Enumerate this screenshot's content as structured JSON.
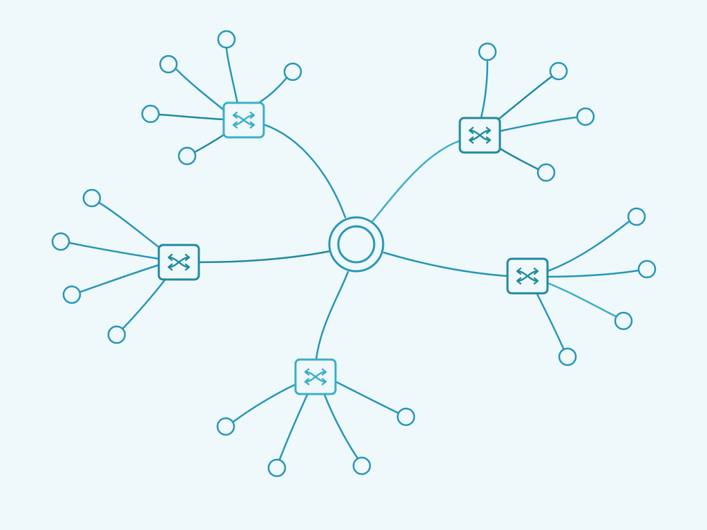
{
  "diagram": {
    "type": "network-topology",
    "background": "#eff8fa",
    "colors": {
      "dark": "#1e8aa0",
      "mid": "#2596b8",
      "light": "#3aaec9",
      "node_fill": "#eff8fa"
    },
    "hub": {
      "id": "hub",
      "shape": "double-ring",
      "icon": "hub-icon"
    },
    "switches": [
      {
        "id": "switch-top-left",
        "icon": "switch-icon",
        "tone": "light",
        "endpoints": 5
      },
      {
        "id": "switch-top-right",
        "icon": "switch-icon",
        "tone": "dark",
        "endpoints": 4
      },
      {
        "id": "switch-left",
        "icon": "switch-icon",
        "tone": "dark",
        "endpoints": 4
      },
      {
        "id": "switch-right",
        "icon": "switch-icon",
        "tone": "dark",
        "endpoints": 4
      },
      {
        "id": "switch-bottom",
        "icon": "switch-icon",
        "tone": "light",
        "endpoints": 4
      }
    ]
  }
}
